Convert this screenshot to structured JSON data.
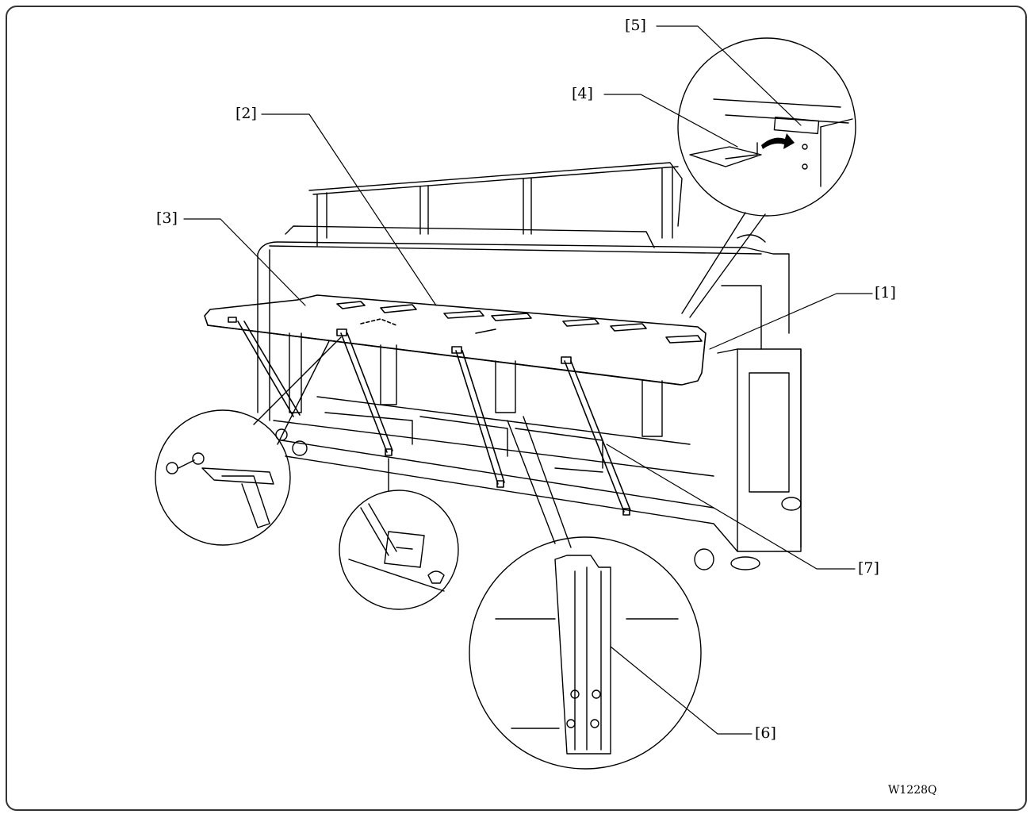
{
  "figure": {
    "code": "W1228Q",
    "callouts": {
      "c1": "[1]",
      "c2": "[2]",
      "c3": "[3]",
      "c4": "[4]",
      "c5": "[5]",
      "c6": "[6]",
      "c7": "[7]"
    }
  },
  "colors": {
    "line": "#000000",
    "frame": "#333333",
    "background": "#ffffff"
  }
}
